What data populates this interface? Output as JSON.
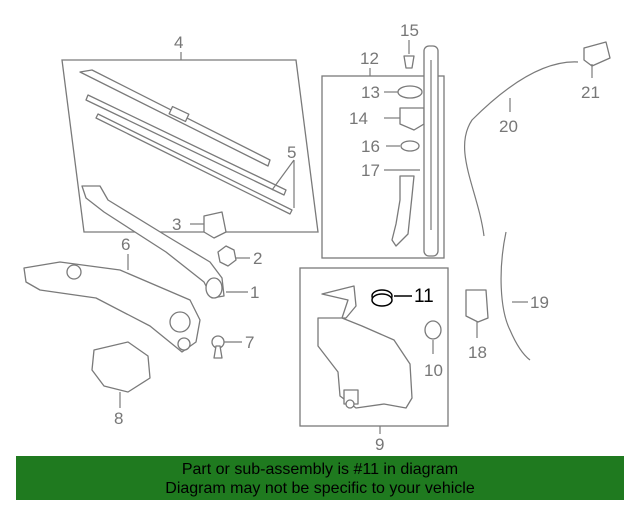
{
  "diagram": {
    "callouts": {
      "c1": "1",
      "c2": "2",
      "c3": "3",
      "c4": "4",
      "c5": "5",
      "c6": "6",
      "c7": "7",
      "c8": "8",
      "c9": "9",
      "c10": "10",
      "c11": "11",
      "c12": "12",
      "c13": "13",
      "c14": "14",
      "c15": "15",
      "c16": "16",
      "c17": "17",
      "c18": "18",
      "c19": "19",
      "c20": "20",
      "c21": "21"
    },
    "highlight_color": "#000000",
    "line_color": "#7a7a7a"
  },
  "banner": {
    "line1": "Part or sub-assembly is #11 in diagram",
    "line2": "Diagram may not be specific to your vehicle",
    "background": "#1f7a1f"
  }
}
